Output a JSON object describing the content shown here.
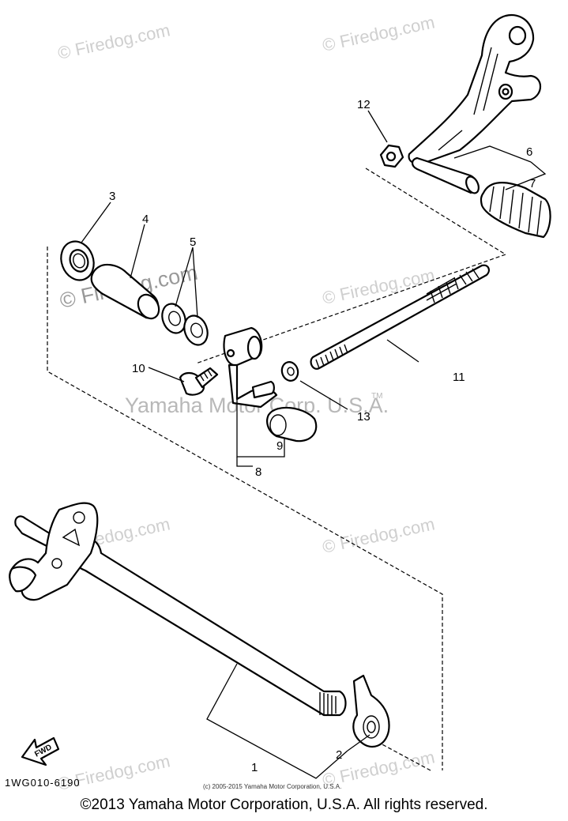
{
  "watermarks": {
    "firedog": "© Firedog.com",
    "yamaha": "Yamaha Motor Corp. U.S.A.",
    "tm": "TM"
  },
  "callouts": [
    "1",
    "2",
    "3",
    "4",
    "5",
    "6",
    "7",
    "8",
    "9",
    "10",
    "11",
    "12",
    "13"
  ],
  "diagram_code": "1WG010-6190",
  "fwd_label": "FWD",
  "fine_print": "(c) 2005-2015 Yamaha Motor Corporation, U.S.A.",
  "footer": "©2013 Yamaha Motor Corporation, U.S.A. All rights reserved.",
  "colors": {
    "line": "#000000",
    "watermark": "#cfcfcf",
    "background": "#ffffff"
  }
}
